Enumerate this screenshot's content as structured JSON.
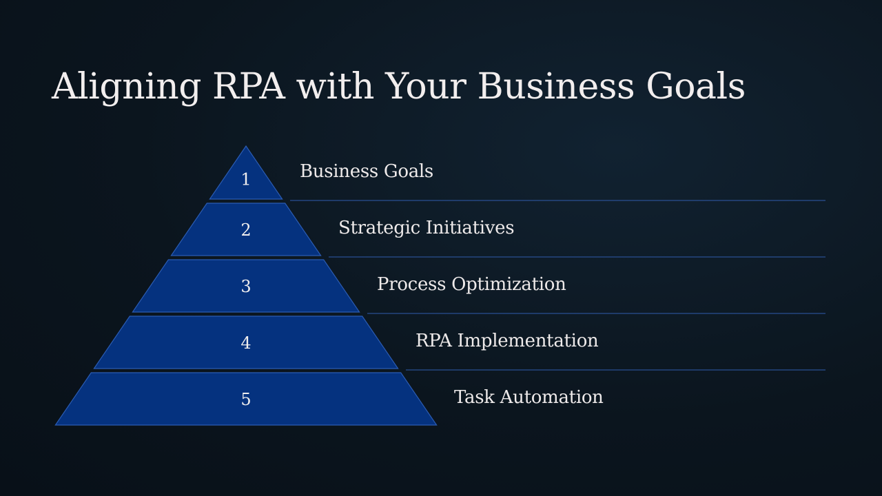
{
  "slide": {
    "title": "Aligning RPA with Your Business Goals",
    "tiers": [
      {
        "number": "1",
        "label": "Business Goals"
      },
      {
        "number": "2",
        "label": "Strategic Initiatives"
      },
      {
        "number": "3",
        "label": "Process Optimization"
      },
      {
        "number": "4",
        "label": "RPA Implementation"
      },
      {
        "number": "5",
        "label": "Task Automation"
      }
    ],
    "colors": {
      "tier_fill": "#05327f",
      "tier_stroke": "#2b5cb3",
      "divider": "#2a4f93",
      "background": "#0b151e"
    }
  }
}
